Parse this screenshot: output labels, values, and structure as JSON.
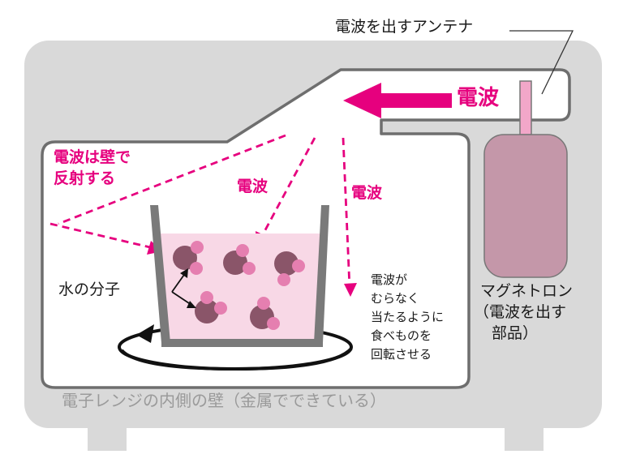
{
  "labels": {
    "antenna": "電波を出すアンテナ",
    "wave_main": "電波",
    "reflect_line1": "電波は壁で",
    "reflect_line2": "反射する",
    "wave_a": "電波",
    "wave_b": "電波",
    "water": "水の分子",
    "rotate_line1": "電波が",
    "rotate_line2": "むらなく",
    "rotate_line3": "当たるように",
    "rotate_line4": "食べものを",
    "rotate_line5": "回転させる",
    "magnetron_line1": "マグネトロン",
    "magnetron_line2": "（電波を出す",
    "magnetron_line3": "部品）",
    "wall": "電子レンジの内側の壁（金属でできている）"
  },
  "colors": {
    "accent": "#e6007e",
    "shell": "#d9d9d9",
    "magnetron": "#c497a9",
    "molecule_core": "#8a5569",
    "molecule_atom": "#e57fb0",
    "water": "#f8d8e6"
  }
}
